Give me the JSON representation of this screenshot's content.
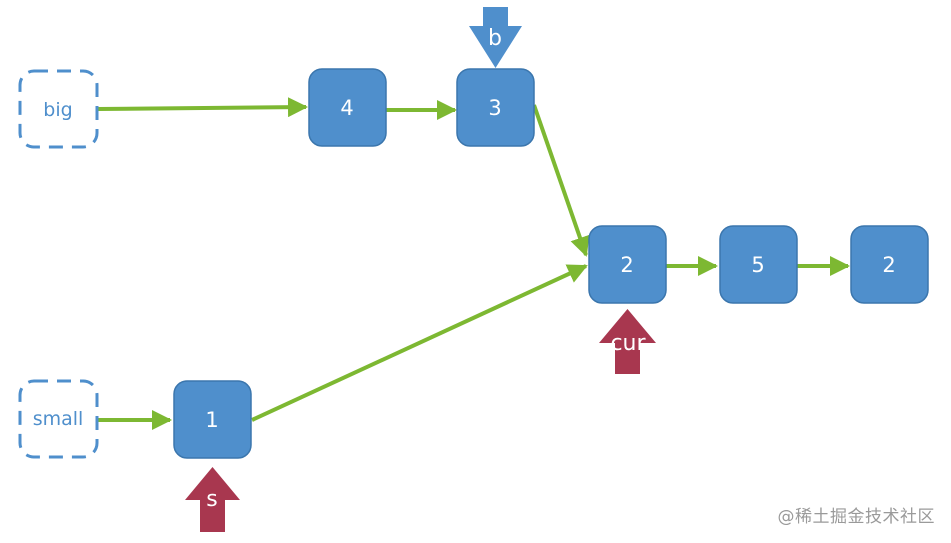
{
  "colors": {
    "node_fill": "#4f8fcc",
    "node_stroke": "#3b76ad",
    "dashed_stroke": "#4f8fcc",
    "edge": "#7db832",
    "pointer_blue": "#4f8fcc",
    "pointer_red": "#a8374f"
  },
  "lists": {
    "big_label": "big",
    "small_label": "small"
  },
  "nodes": {
    "big_4": "4",
    "big_3": "3",
    "cur_2": "2",
    "mid_5": "5",
    "tail_2": "2",
    "small_1": "1"
  },
  "pointers": {
    "b": "b",
    "cur": "cur",
    "s": "s"
  },
  "watermark": "@稀土掘金技术社区"
}
